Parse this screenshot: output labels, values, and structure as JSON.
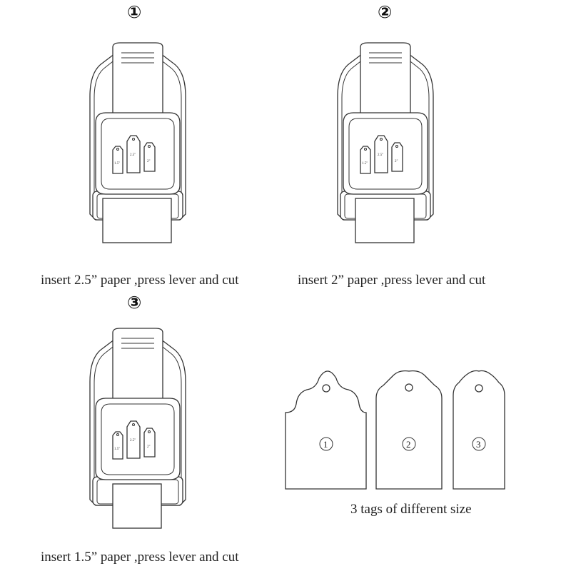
{
  "steps": [
    {
      "number": "①",
      "caption": "insert 2.5”   paper ,press lever and cut",
      "sizes": [
        "1.5\"",
        "2.5\"",
        "2\""
      ]
    },
    {
      "number": "②",
      "caption": "insert 2”   paper ,press lever and cut",
      "sizes": [
        "1.5\"",
        "2.5\"",
        "2\""
      ]
    },
    {
      "number": "③",
      "caption": "insert 1.5”   paper ,press lever and cut",
      "sizes": [
        "1.5\"",
        "2.5\"",
        "2\""
      ]
    }
  ],
  "tags": {
    "labels": [
      "1",
      "2",
      "3"
    ],
    "caption": "3 tags of different size"
  }
}
